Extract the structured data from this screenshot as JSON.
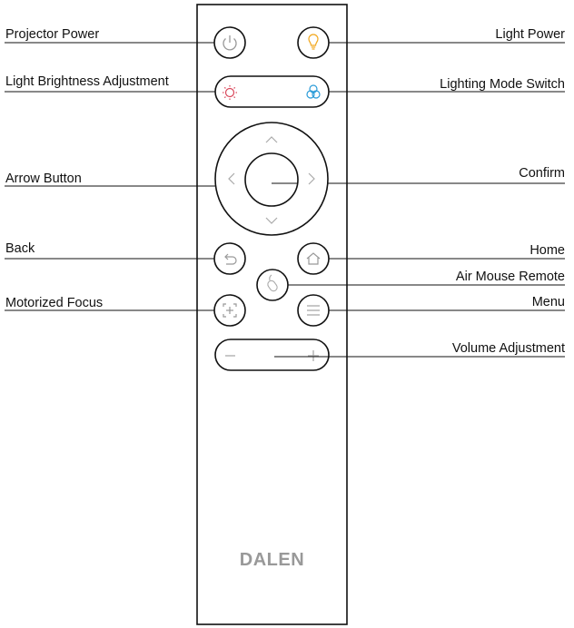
{
  "labels": {
    "projector_power": "Projector Power",
    "light_power": "Light Power",
    "light_brightness": "Light Brightness Adjustment",
    "lighting_mode": "Lighting Mode Switch",
    "arrow_button": "Arrow Button",
    "confirm": "Confirm",
    "back": "Back",
    "home": "Home",
    "air_mouse": "Air Mouse Remote",
    "motorized_focus": "Motorized Focus",
    "menu": "Menu",
    "volume": "Volume Adjustment"
  },
  "brand": "DALEN",
  "colors": {
    "outline": "#111111",
    "icon_gray": "#999999",
    "light_yellow": "#f2a81d",
    "brightness_red": "#d9465a",
    "mode_blue": "#2a9bd8"
  }
}
